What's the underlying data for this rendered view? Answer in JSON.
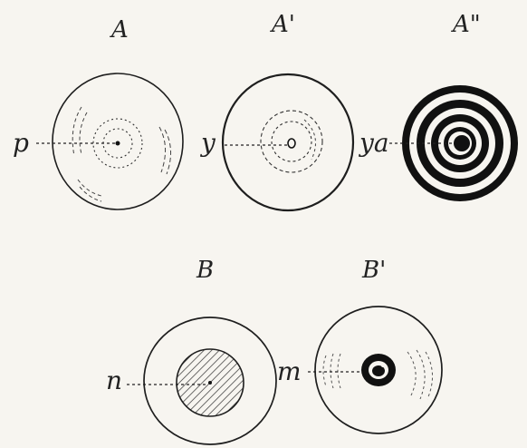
{
  "figures": [
    {
      "label": "A",
      "pointer_label": "p"
    },
    {
      "label": "A'",
      "pointer_label": "y"
    },
    {
      "label": "A\"",
      "pointer_label": "ya"
    },
    {
      "label": "B",
      "pointer_label": "n"
    },
    {
      "label": "B'",
      "pointer_label": "m"
    }
  ],
  "colors": {
    "ink": "#1e1e1e",
    "paper": "#f7f5f0",
    "hatch": "#2a2a2a"
  }
}
